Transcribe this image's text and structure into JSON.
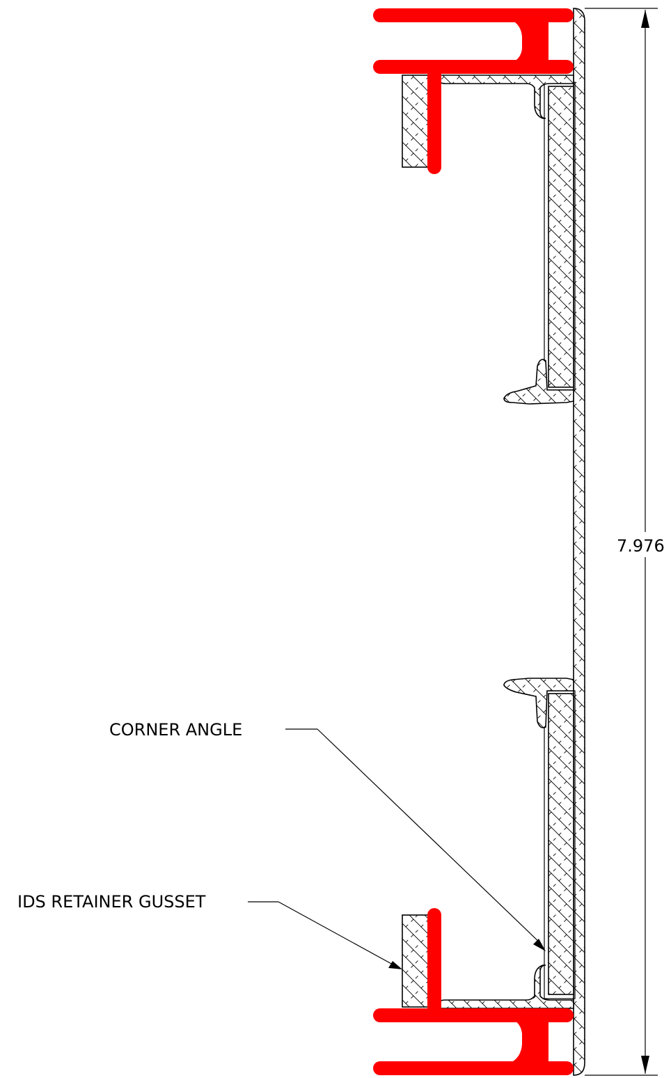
{
  "drawing": {
    "dimension_value": "7.976",
    "callouts": [
      {
        "id": "corner-angle",
        "label": "CORNER ANGLE"
      },
      {
        "id": "ids-retainer-gusset",
        "label": "IDS RETAINER GUSSET"
      }
    ],
    "colors": {
      "gasket_red": "#ff0000",
      "line_black": "#000000",
      "background": "#ffffff"
    }
  }
}
